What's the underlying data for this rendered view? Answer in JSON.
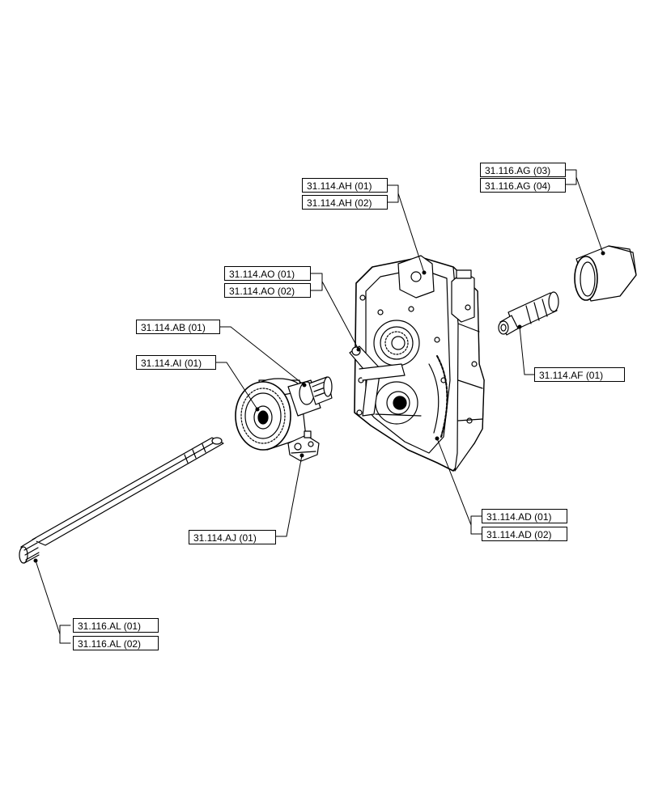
{
  "callouts": {
    "ag03": "31.116.AG (03)",
    "ag04": "31.116.AG (04)",
    "ah01": "31.114.AH (01)",
    "ah02": "31.114.AH (02)",
    "ao01": "31.114.AO (01)",
    "ao02": "31.114.AO (02)",
    "ab01": "31.114.AB (01)",
    "ai01": "31.114.AI (01)",
    "af01": "31.114.AF (01)",
    "aj01": "31.114.AJ (01)",
    "ad01": "31.114.AD (01)",
    "ad02": "31.114.AD (02)",
    "al01": "31.116.AL (01)",
    "al02": "31.116.AL (02)"
  },
  "colors": {
    "line": "#000000",
    "background": "#ffffff"
  }
}
